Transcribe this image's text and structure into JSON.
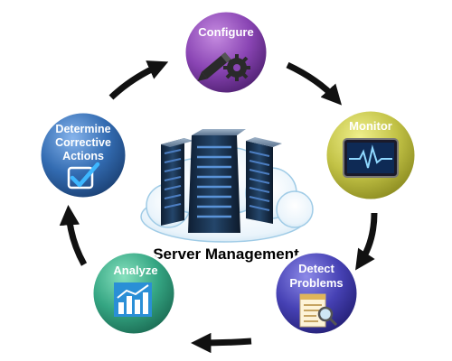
{
  "diagram": {
    "center_title": "Server Management",
    "steps": [
      {
        "id": "configure",
        "label": "Configure",
        "color": "#7a3aa0",
        "icon": "pencil-gear-icon"
      },
      {
        "id": "monitor",
        "label": "Monitor",
        "color": "#b9ba3c",
        "icon": "heartbeat-monitor-icon"
      },
      {
        "id": "detect",
        "label": "Detect Problems",
        "label_lines": [
          "Detect",
          "Problems"
        ],
        "color": "#3e38a6",
        "icon": "magnifier-document-icon"
      },
      {
        "id": "analyze",
        "label": "Analyze",
        "color": "#2f9a7a",
        "icon": "bar-chart-trend-icon"
      },
      {
        "id": "determine",
        "label": "Determine Corrective Actions",
        "label_lines": [
          "Determine",
          "Corrective",
          "Actions"
        ],
        "color": "#2f64a8",
        "icon": "checkmark-icon"
      }
    ],
    "center_icon": "server-rack-cloud-icon",
    "arrow_color": "#111111"
  }
}
